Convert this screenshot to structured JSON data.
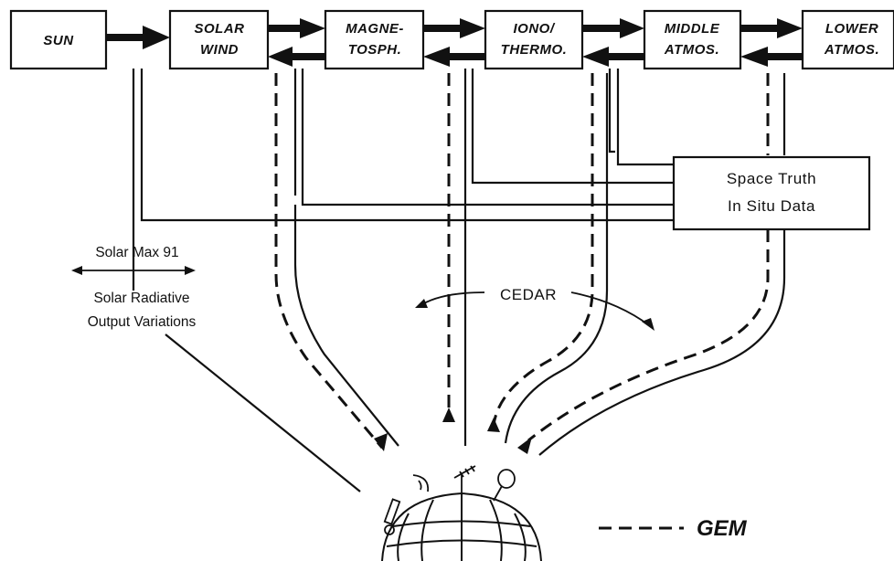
{
  "boxes": {
    "sun": [
      "SUN"
    ],
    "solar_wind": [
      "SOLAR",
      "WIND"
    ],
    "magnetosphere": [
      "MAGNE-",
      "TOSPH."
    ],
    "iono_thermo": [
      "IONO/",
      "THERMO."
    ],
    "middle_atmos": [
      "MIDDLE",
      "ATMOS."
    ],
    "lower_atmos": [
      "LOWER",
      "ATMOS."
    ]
  },
  "space_truth": [
    "Space Truth",
    "In Situ Data"
  ],
  "solar": {
    "max_label": "Solar  Max 91",
    "radiative_line1": "Solar Radiative",
    "radiative_line2": "Output Variations"
  },
  "cedar_label": "CEDAR",
  "legend": {
    "gem_label": "GEM"
  }
}
